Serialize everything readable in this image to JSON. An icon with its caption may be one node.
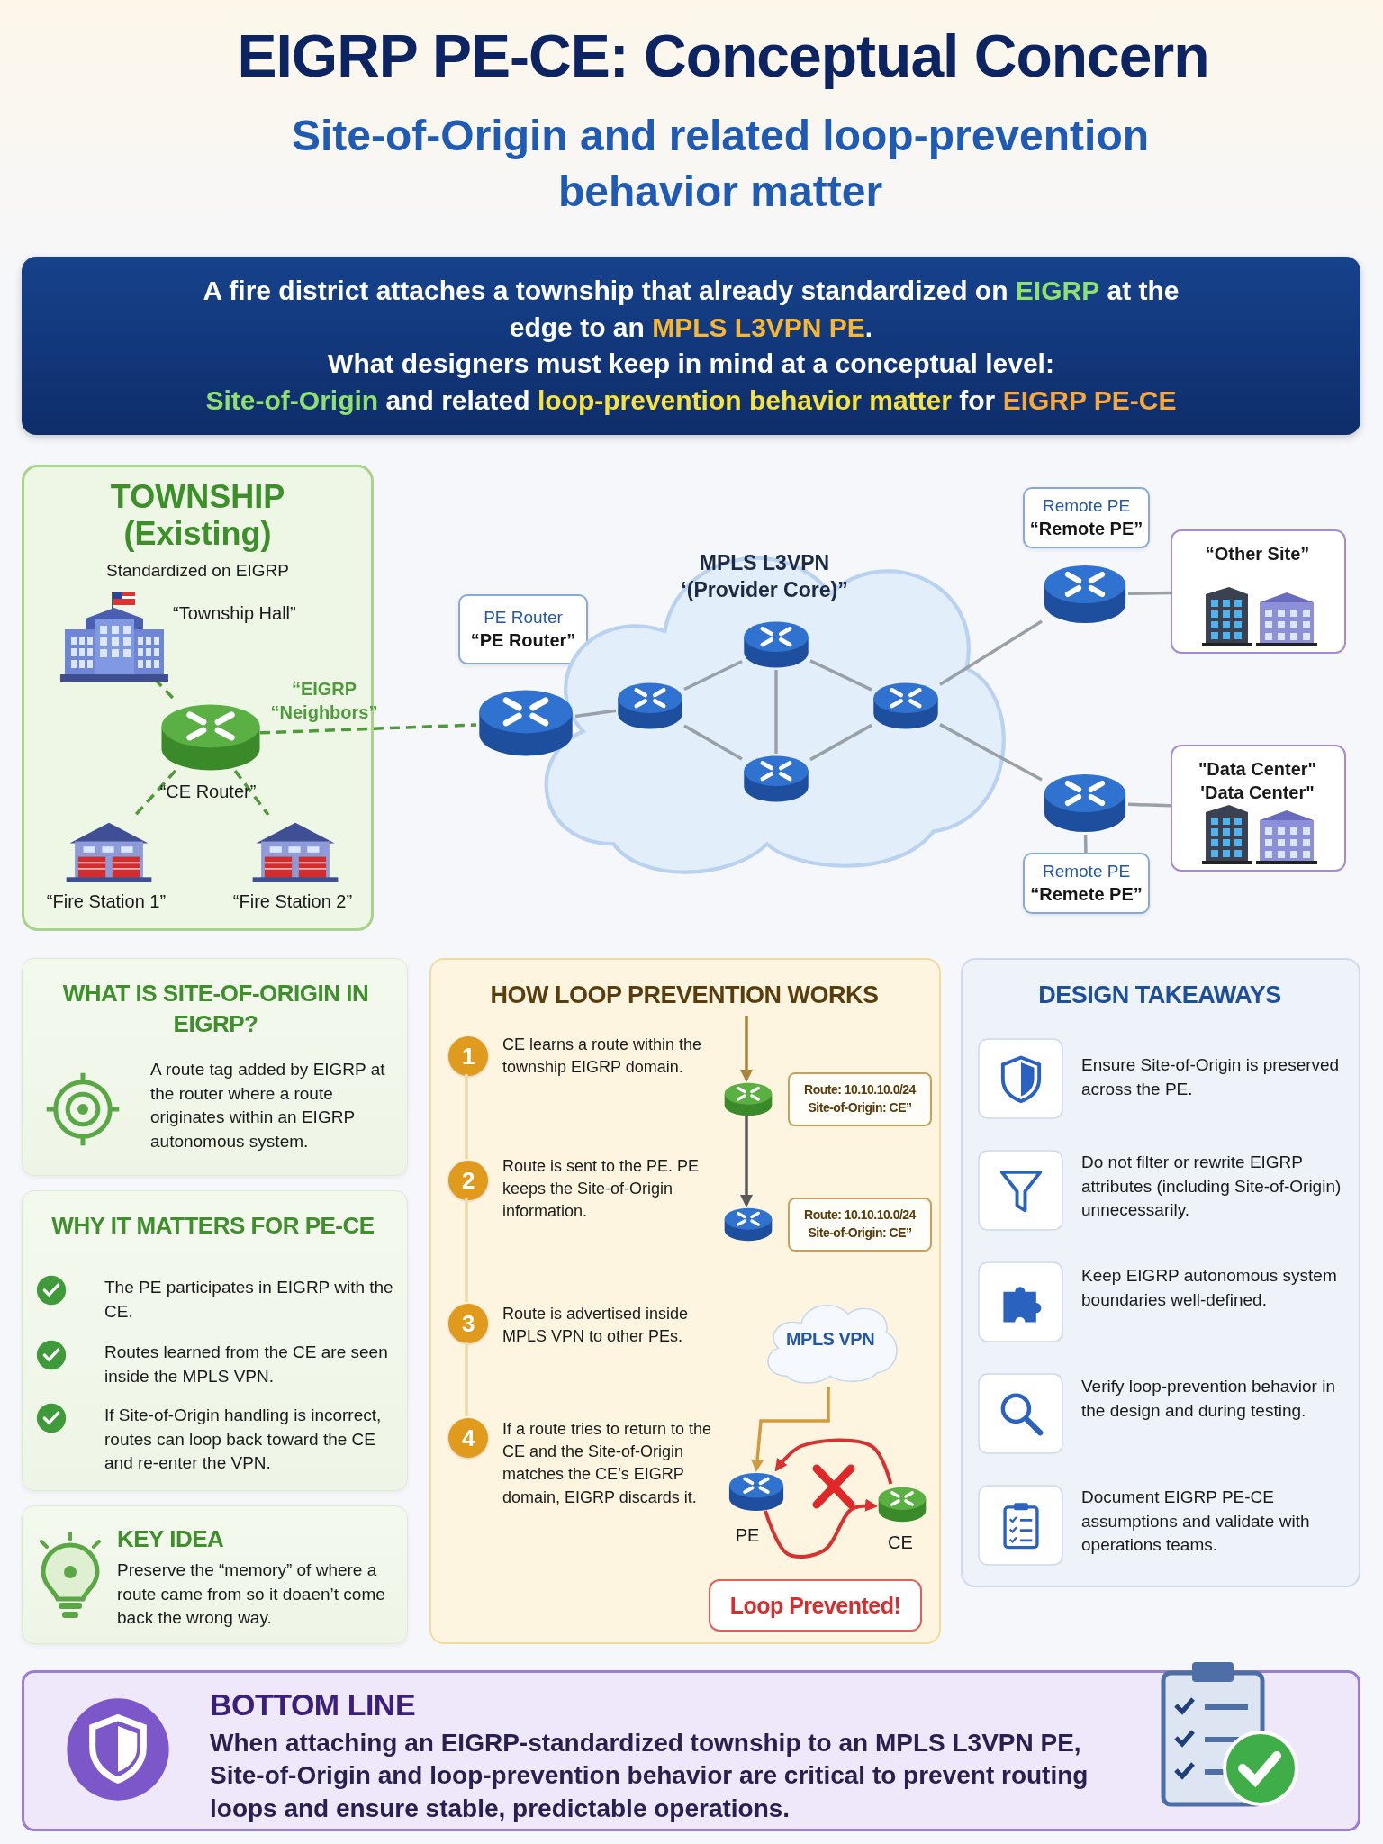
{
  "diagram": {
    "title": "EIGRP PE-CE: Conceptual Concern",
    "nodes": [
      {
        "text": [
          "A fire district attaches a township that already standardized on **EIGRP** at the edge to an **MPLS L3VPN PE**.",
          "What designers must keep in mind at a conceptual level:",
          "**Site-of-Origin** and related **loop-prevention behavior matter** for **EIGRP PE-CE**"
        ]
      },
      {
        "text": [
          "TOWNSHIP (Existing)",
          "Standardized on EIGRP"
        ]
      },
      {
        "text": [],
        "shape": "picture",
        "in": 1,
        "beside": [
          "“Township Hall”"
        ]
      },
      {
        "text": [],
        "shape": "cylinder",
        "in": 1,
        "beside": [
          "“CE Router”"
        ]
      },
      {
        "text": [],
        "shape": "picture",
        "in": 1,
        "beside": [
          "“Fire Station 1”"
        ]
      },
      {
        "text": [],
        "shape": "picture",
        "in": 1,
        "beside": [
          "“Fire Station 2”"
        ]
      },
      {
        "text": [
          "PE Router",
          "“PE Router”"
        ]
      },
      {
        "text": [
          "MPLS L3VPN",
          "‘(Provider Core)”"
        ]
      },
      {
        "text": [],
        "shape": "cylinder"
      },
      {
        "text": [],
        "shape": "cylinder",
        "in": 7
      },
      {
        "text": [],
        "shape": "cylinder",
        "in": 7
      },
      {
        "text": [],
        "shape": "cylinder",
        "in": 7
      },
      {
        "text": [],
        "shape": "cylinder",
        "in": 7
      },
      {
        "text": [
          "Remote PE",
          "“Remote PE”"
        ]
      },
      {
        "text": [],
        "shape": "cylinder"
      },
      {
        "text": [
          "“Other Site”"
        ]
      },
      {
        "text": [
          "\"Data Center\"",
          "'Data Center\""
        ]
      },
      {
        "text": [],
        "shape": "cylinder"
      },
      {
        "text": [
          "Remote PE",
          "“Remete PE”"
        ]
      },
      {
        "text": [
          "WHAT IS SITE-OF-ORIGIN IN EIGRP?",
          "A route tag added by EIGRP at the router where a route originates within an EIGRP autonomous system."
        ]
      },
      {
        "text": [
          "WHY IT MATTERS FOR PE-CE",
          "The PE participates in EIGRP with the CE.",
          "Routes learned from the CE are seen inside the MPLS VPN.",
          "If Site-of-Origin handling is incorrect, routes can loop back toward the CE and re-enter the VPN."
        ]
      },
      {
        "text": [
          "KEY IDEA",
          "Preserve the “memory” of where a route came from so it doaen’t come back the wrong way."
        ]
      },
      {
        "text": [
          "HOW LOOP PREVENTION WORKS"
        ]
      },
      {
        "text": [
          "1"
        ],
        "in": 22,
        "beside": [
          "CE learns a route within the township EIGRP domain."
        ]
      },
      {
        "text": [
          "2"
        ],
        "in": 22,
        "beside": [
          "Route is sent to the PE. PE keeps the Site-of-Origin information."
        ]
      },
      {
        "text": [
          "3"
        ],
        "in": 22,
        "beside": [
          "Route is advertised inside MPLS VPN to other PEs."
        ]
      },
      {
        "text": [
          "4"
        ],
        "in": 22,
        "beside": [
          "If a route tries to return to the CE and the Site-of-Origin matches the CE’s EIGRP domain, EIGRP discards it."
        ]
      },
      {
        "text": [],
        "shape": "cylinder",
        "in": 22
      },
      {
        "text": [
          "Route: 10.10.10.0/24 Site-of-Origin: CE”"
        ],
        "in": 22
      },
      {
        "text": [],
        "shape": "cylinder",
        "in": 22
      },
      {
        "text": [
          "Route: 10.10.10.0/24 Site-of-Origin: CE”"
        ],
        "in": 22
      },
      {
        "text": [
          "MPLS VPN"
        ],
        "in": 22
      },
      {
        "text": [],
        "shape": "cylinder",
        "in": 22,
        "beside": [
          "PE"
        ]
      },
      {
        "text": [],
        "shape": "cylinder",
        "in": 22,
        "beside": [
          "CE"
        ]
      },
      {
        "text": [
          "Loop Prevented!"
        ],
        "in": 22
      },
      {
        "text": [
          "DESIGN TAKEAWAYS"
        ]
      },
      {
        "text": [],
        "shape": "box",
        "in": 35,
        "beside": [
          "Ensure Site-of-Origin is preserved across the PE."
        ]
      },
      {
        "text": [],
        "shape": "box",
        "in": 35,
        "beside": [
          "Do not filter or rewrite EIGRP attributes (including Site-of-Origin) unnecessarily."
        ]
      },
      {
        "text": [],
        "shape": "box",
        "in": 35,
        "beside": [
          "Keep EIGRP autonomous system boundaries well-defined."
        ]
      },
      {
        "text": [],
        "shape": "box",
        "in": 35,
        "beside": [
          "Verify loop-prevention behavior in the design and during testing."
        ]
      },
      {
        "text": [],
        "shape": "box",
        "in": 35,
        "beside": [
          "Document EIGRP PE-CE assumptions and validate with operations teams."
        ]
      },
      {
        "text": [
          "BOTTOM LINE",
          "When attaching an EIGRP-standardized township to an MPLS L3VPN PE, Site-of-Origin and loop-prevention behavior are critical to prevent routing loops and ensure stable, predictable operations."
        ]
      }
    ],
    "edges": [
      {
        "from": 2,
        "to": 3,
        "arrow": "none",
        "style": "dashed",
        "color": "#4f9a3a"
      },
      {
        "from": 3,
        "to": 4,
        "arrow": "none",
        "style": "dashed",
        "color": "#4f9a3a"
      },
      {
        "from": 3,
        "to": 5,
        "arrow": "none",
        "style": "dashed",
        "color": "#4f9a3a"
      },
      {
        "from": 3,
        "to": 8,
        "arrow": "none",
        "style": "dashed",
        "color": "#4f9a3a",
        "label": "“EIGRP “Neighbors”"
      },
      {
        "from": 8,
        "to": 9,
        "arrow": "none"
      },
      {
        "from": 9,
        "to": 10,
        "arrow": "none"
      },
      {
        "from": 9,
        "to": 11,
        "arrow": "none"
      },
      {
        "from": 10,
        "to": 11,
        "arrow": "none"
      },
      {
        "from": 10,
        "to": 12,
        "arrow": "none"
      },
      {
        "from": 11,
        "to": 12,
        "arrow": "none"
      },
      {
        "from": 12,
        "to": 14,
        "arrow": "none"
      },
      {
        "from": 12,
        "to": 17,
        "arrow": "none"
      },
      {
        "from": 14,
        "to": 15,
        "arrow": "none"
      },
      {
        "from": 17,
        "to": 16,
        "arrow": "none"
      },
      {
        "from": 17,
        "to": 18,
        "arrow": "none"
      },
      {
        "from": 23,
        "to": 24,
        "arrow": "none",
        "color": "#edd9a6"
      },
      {
        "from": 24,
        "to": 25,
        "arrow": "none",
        "color": "#edd9a6"
      },
      {
        "from": 25,
        "to": 26,
        "arrow": "none",
        "color": "#edd9a6"
      },
      {
        "from": null,
        "to": 27,
        "arrow": "to",
        "color": "#a8843c"
      },
      {
        "from": 27,
        "to": 29,
        "arrow": "to",
        "color": "#5a5a5a"
      },
      {
        "from": 31,
        "to": 32,
        "arrow": "to",
        "color": "#d29a3e"
      },
      {
        "from": 33,
        "to": 32,
        "arrow": "to",
        "color": "#d93030"
      },
      {
        "from": 32,
        "to": 33,
        "arrow": "to",
        "color": "#d93030"
      }
    ],
    "labels": [
      "Site-of-Origin and related loop-prevention behavior matter"
    ]
  }
}
